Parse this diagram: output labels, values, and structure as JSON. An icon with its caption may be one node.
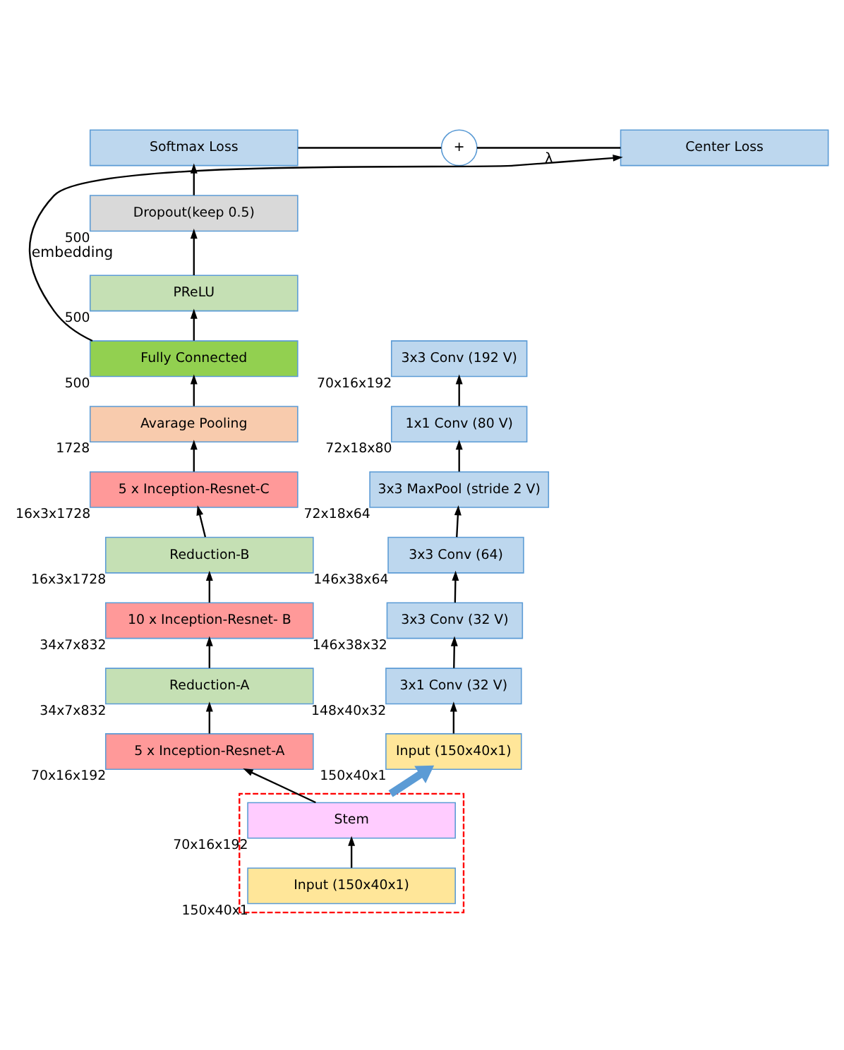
{
  "diagram": {
    "nodes": [
      {
        "text": [
          "Softmax Loss"
        ]
      },
      {
        "text": [
          "+"
        ]
      },
      {
        "text": [
          "Center Loss"
        ]
      },
      {
        "text": [
          "Dropout(keep 0.5)"
        ],
        "beside": [
          "500"
        ]
      },
      {
        "text": [
          "PReLU"
        ],
        "beside": [
          "500"
        ]
      },
      {
        "text": [
          "Fully Connected"
        ],
        "beside": [
          "500"
        ]
      },
      {
        "text": [
          "Avarage Pooling"
        ],
        "beside": [
          "1728"
        ]
      },
      {
        "text": [
          "5 x Inception-Resnet-C"
        ],
        "beside": [
          "16x3x1728"
        ]
      },
      {
        "text": [
          "Reduction-B"
        ],
        "beside": [
          "16x3x1728"
        ]
      },
      {
        "text": [
          "10 x Inception-Resnet- B"
        ],
        "beside": [
          "34x7x832"
        ]
      },
      {
        "text": [
          "Reduction-A"
        ],
        "beside": [
          "34x7x832"
        ]
      },
      {
        "text": [
          "5 x Inception-Resnet-A"
        ],
        "beside": [
          "70x16x192"
        ]
      },
      {
        "text": [],
        "shape": "box"
      },
      {
        "text": [
          "Stem"
        ],
        "in": 12,
        "beside": [
          "70x16x192"
        ]
      },
      {
        "text": [
          "Input (150x40x1)"
        ],
        "in": 12,
        "beside": [
          "150x40x1"
        ]
      },
      {
        "text": [
          "3x3 Conv (192 V)"
        ],
        "beside": [
          "70x16x192"
        ]
      },
      {
        "text": [
          "1x1 Conv (80 V)"
        ],
        "beside": [
          "72x18x80"
        ]
      },
      {
        "text": [
          "3x3 MaxPool (stride 2 V)"
        ],
        "beside": [
          "72x18x64"
        ]
      },
      {
        "text": [
          "3x3 Conv (64)"
        ],
        "beside": [
          "146x38x64"
        ]
      },
      {
        "text": [
          "3x3 Conv (32 V)"
        ],
        "beside": [
          "146x38x32"
        ]
      },
      {
        "text": [
          "3x1 Conv (32 V)"
        ],
        "beside": [
          "148x40x32"
        ]
      },
      {
        "text": [
          "Input (150x40x1)"
        ],
        "beside": [
          "150x40x1"
        ]
      }
    ],
    "edges": [
      {
        "from": 14,
        "to": 13,
        "arrow": "to"
      },
      {
        "from": 13,
        "to": 11,
        "arrow": "to"
      },
      {
        "from": 11,
        "to": 10,
        "arrow": "to"
      },
      {
        "from": 10,
        "to": 9,
        "arrow": "to"
      },
      {
        "from": 9,
        "to": 8,
        "arrow": "to"
      },
      {
        "from": 8,
        "to": 7,
        "arrow": "to"
      },
      {
        "from": 7,
        "to": 6,
        "arrow": "to"
      },
      {
        "from": 6,
        "to": 5,
        "arrow": "to"
      },
      {
        "from": 5,
        "to": 4,
        "arrow": "to"
      },
      {
        "from": 4,
        "to": 3,
        "arrow": "to"
      },
      {
        "from": 3,
        "to": 0,
        "arrow": "to"
      },
      {
        "from": 5,
        "to": 2,
        "arrow": "to",
        "label": "embedding"
      },
      {
        "from": 0,
        "to": 1,
        "arrow": "none"
      },
      {
        "from": 1,
        "to": 2,
        "arrow": "none",
        "label": "λ"
      },
      {
        "from": 12,
        "to": 21,
        "arrow": "to",
        "style": "thick",
        "color": "#5b9bd5"
      },
      {
        "from": 21,
        "to": 20,
        "arrow": "to"
      },
      {
        "from": 20,
        "to": 19,
        "arrow": "to"
      },
      {
        "from": 19,
        "to": 18,
        "arrow": "to"
      },
      {
        "from": 18,
        "to": 17,
        "arrow": "to"
      },
      {
        "from": 17,
        "to": 16,
        "arrow": "to"
      },
      {
        "from": 16,
        "to": 15,
        "arrow": "to"
      }
    ]
  }
}
